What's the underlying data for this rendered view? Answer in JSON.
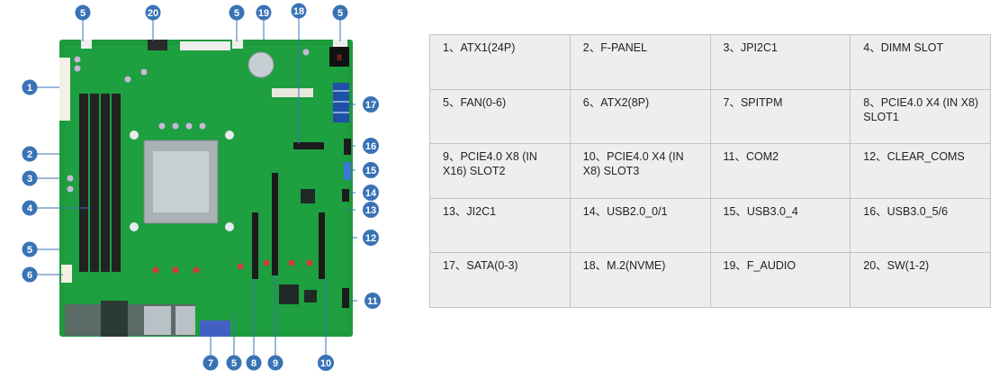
{
  "colors": {
    "pcb": "#1d9a3c",
    "callout": "#3973b5",
    "table_bg": "#eeeeee",
    "table_border": "#c4c4c4"
  },
  "callouts": [
    "1",
    "2",
    "3",
    "4",
    "5",
    "6",
    "7",
    "8",
    "9",
    "10",
    "11",
    "12",
    "13",
    "14",
    "15",
    "16",
    "17",
    "18",
    "19",
    "20"
  ],
  "legend": {
    "rows": [
      [
        "1、ATX1(24P)",
        "2、F-PANEL",
        "3、JPI2C1",
        "4、DIMM SLOT"
      ],
      [
        "5、FAN(0-6)",
        "6、ATX2(8P)",
        "7、SPITPM",
        "8、PCIE4.0 X4 (IN X8) SLOT1"
      ],
      [
        "9、PCIE4.0 X8 (IN X16) SLOT2",
        "10、PCIE4.0 X4 (IN X8) SLOT3",
        "11、COM2",
        "12、CLEAR_COMS"
      ],
      [
        "13、JI2C1",
        "14、USB2.0_0/1",
        "15、USB3.0_4",
        "16、USB3.0_5/6"
      ],
      [
        "17、SATA(0-3)",
        "18、M.2(NVME)",
        "19、F_AUDIO",
        "20、SW(1-2)"
      ]
    ]
  }
}
